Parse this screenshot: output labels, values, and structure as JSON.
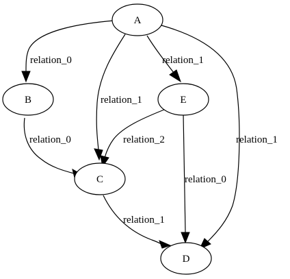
{
  "diagram": {
    "nodes": {
      "A": "A",
      "B": "B",
      "C": "C",
      "D": "D",
      "E": "E"
    },
    "edges": {
      "A_B": "relation_0",
      "A_C": "relation_1",
      "A_E": "relation_1",
      "A_D": "relation_1",
      "B_C": "relation_0",
      "E_C": "relation_2",
      "E_D": "relation_0",
      "C_D": "relation_1"
    }
  }
}
